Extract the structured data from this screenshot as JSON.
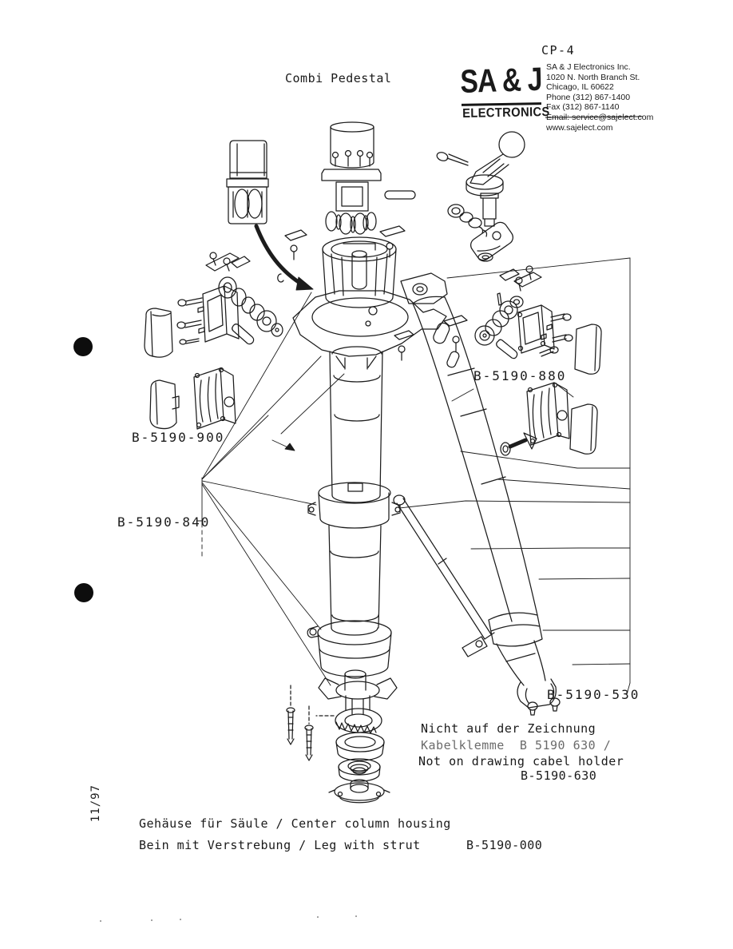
{
  "page": {
    "code": "CP-4",
    "title": "Combi Pedestal",
    "side_note": "11/97",
    "footer": {
      "housing_line": "Gehäuse für Säule / Center column housing",
      "leg_line": "Bein mit Verstrebung / Leg with strut",
      "part_number": "B-5190-000"
    }
  },
  "stamp": {
    "logo_line1": "SA & J",
    "logo_line2": "ELECTRONICS",
    "company": "SA & J Electronics Inc.",
    "address1": "1020 N. North Branch St.",
    "address2": "Chicago, IL 60622",
    "phone": "Phone (312) 867-1400",
    "fax": "Fax (312) 867-1140",
    "email": "Email: service@sajelect.com",
    "website": "www.sajelect.com"
  },
  "diagram": {
    "labels": [
      {
        "id": "leg-clamp-right",
        "text": "B-5190-880"
      },
      {
        "id": "leg-clamp-left",
        "text": "B-5190-900"
      },
      {
        "id": "center-column",
        "text": "B-5190-840"
      },
      {
        "id": "leg-with-strut",
        "text": "B-5190-530"
      }
    ],
    "note": {
      "line1": "Nicht auf der Zeichnung",
      "line2": "Kabelklemme  B 5190 630 /",
      "line3": "Not on drawing cabel holder",
      "line4": "B-5190-630"
    }
  },
  "colors": {
    "ink": "#1a1a1a",
    "paper": "#ffffff"
  }
}
